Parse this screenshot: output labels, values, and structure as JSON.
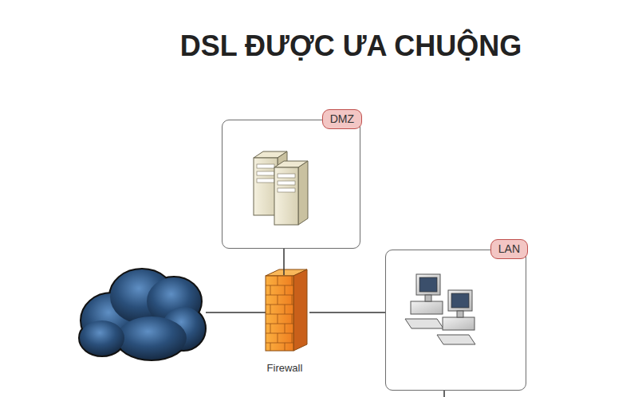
{
  "diagram": {
    "title": "DSL ĐƯỢC ƯA CHUỘNG",
    "nodes": [
      {
        "text": [
          "DMZ"
        ]
      },
      {
        "text": [
          "LAN"
        ]
      },
      {
        "text": [
          "Firewall"
        ]
      }
    ],
    "edges": [
      {
        "from": 2,
        "to": 0,
        "arrow": "none"
      },
      {
        "from": 2,
        "to": 1,
        "arrow": "none"
      }
    ]
  }
}
